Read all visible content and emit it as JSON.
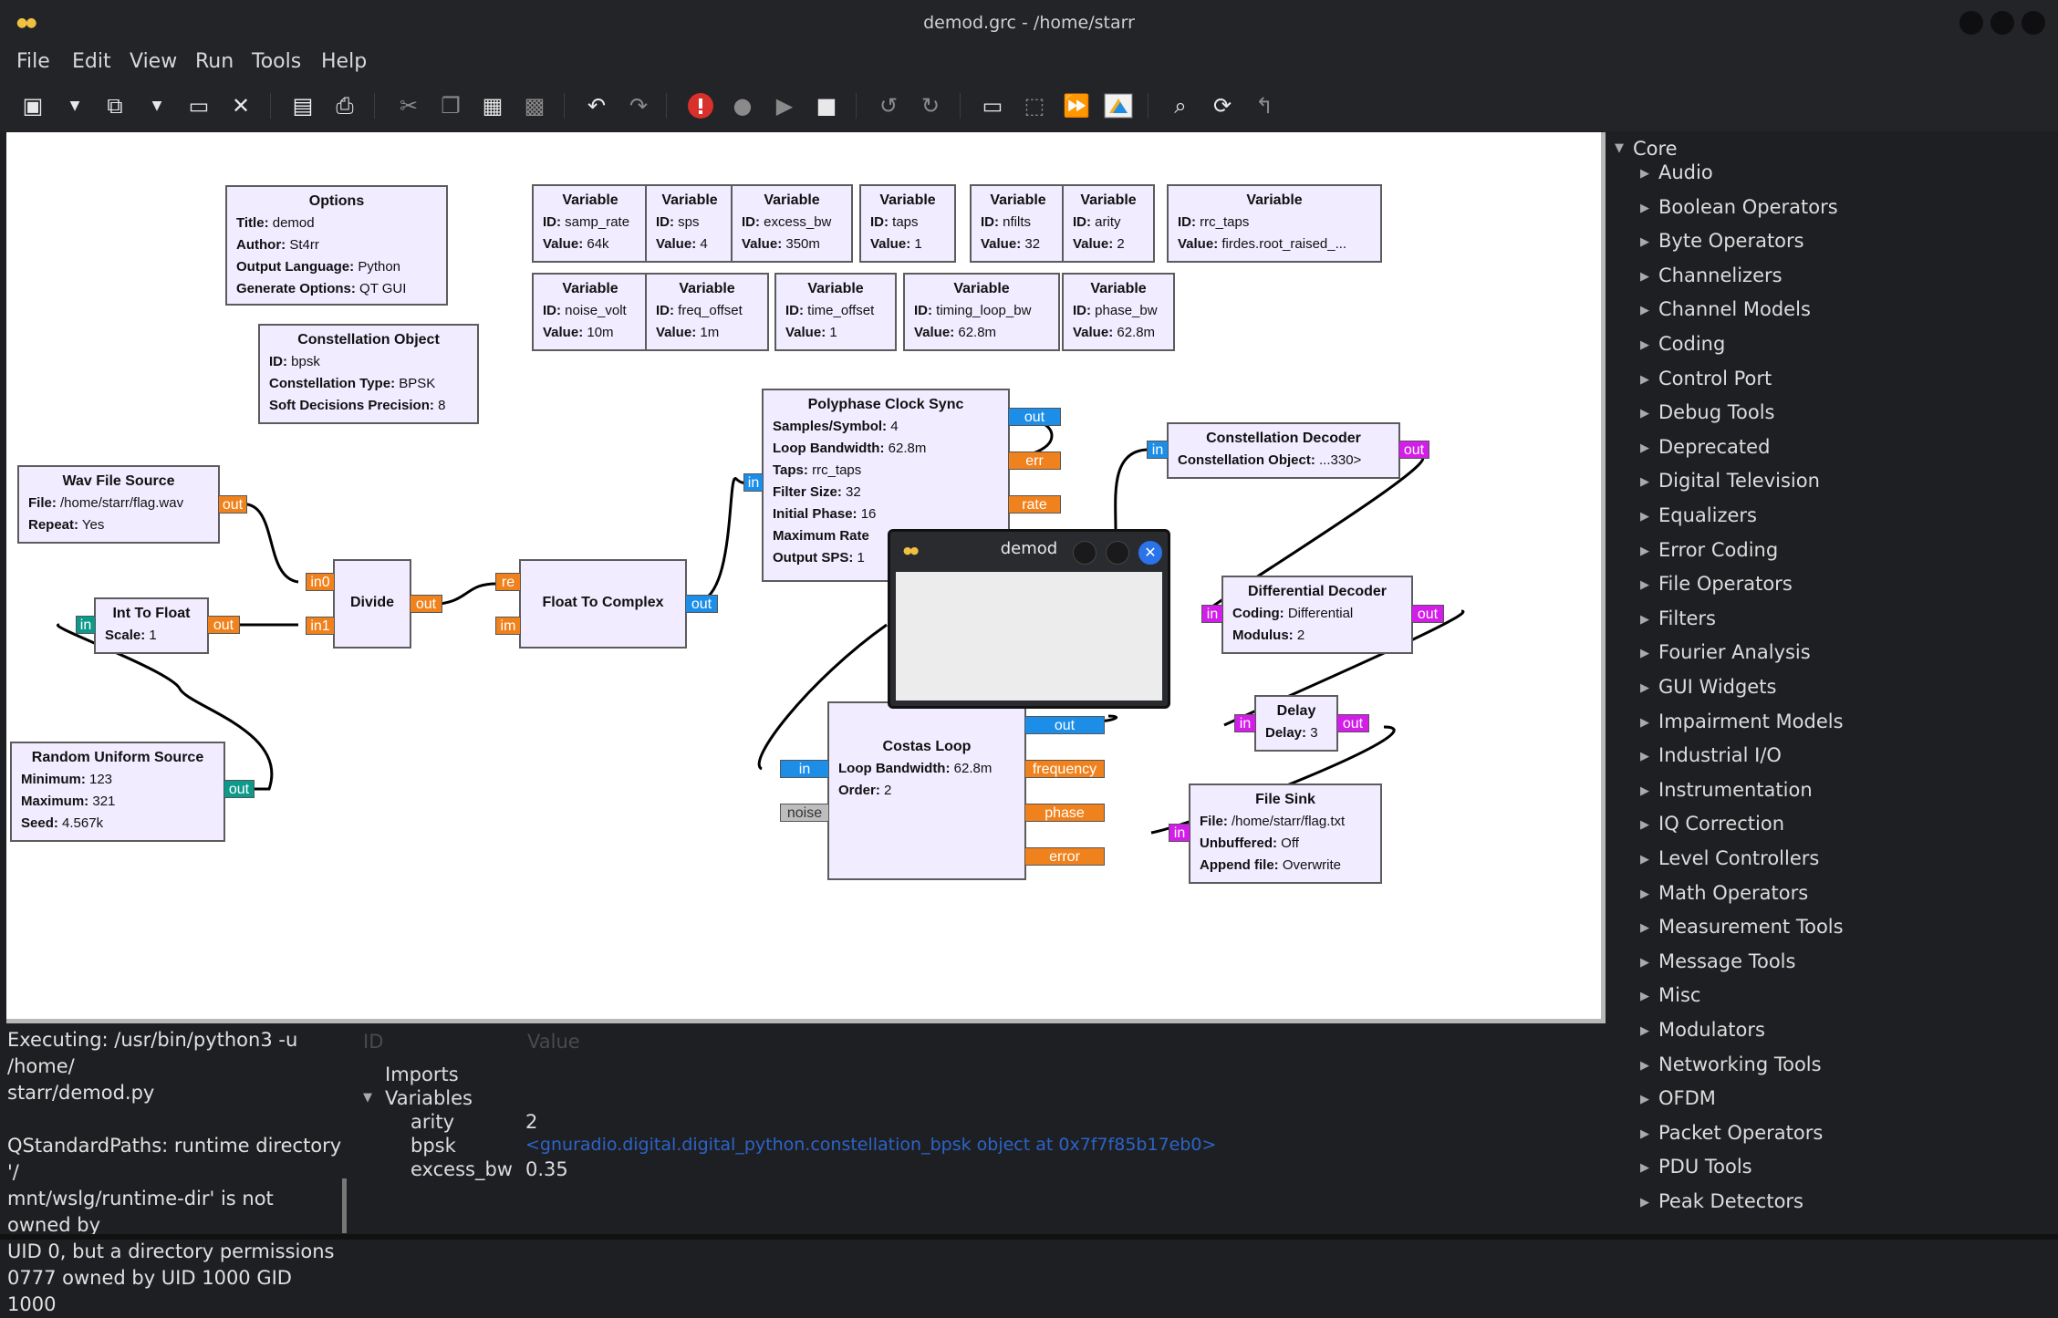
{
  "window": {
    "title": "demod.grc - /home/starr"
  },
  "menu": [
    "File",
    "Edit",
    "View",
    "Run",
    "Tools",
    "Help"
  ],
  "toolbar": [
    "new-icon",
    "new-dropdown-icon",
    "open-icon",
    "open-dropdown-icon",
    "save-icon",
    "close-icon",
    "screenshot-icon",
    "print-icon",
    "cut-icon",
    "copy-icon",
    "paste-icon",
    "delete-icon",
    "undo-icon",
    "redo-icon",
    "error-icon",
    "bulb-icon",
    "run-icon",
    "stop-icon",
    "rotate-ccw-icon",
    "rotate-cw-icon",
    "monitor-icon",
    "select-icon",
    "forward-icon",
    "pdf-icon",
    "find-icon",
    "reload-icon",
    "back-icon"
  ],
  "blocks": {
    "options": {
      "title": "Options",
      "title_label": "Title:",
      "title_val": "demod",
      "author_label": "Author:",
      "author_val": "St4rr",
      "lang_label": "Output Language:",
      "lang_val": "Python",
      "gen_label": "Generate Options:",
      "gen_val": "QT GUI"
    },
    "constellation_obj": {
      "title": "Constellation Object",
      "id_label": "ID:",
      "id_val": "bpsk",
      "type_label": "Constellation Type:",
      "type_val": "BPSK",
      "soft_label": "Soft Decisions Precision:",
      "soft_val": "8"
    },
    "variables": [
      {
        "title": "Variable",
        "id": "samp_rate",
        "value": "64k"
      },
      {
        "title": "Variable",
        "id": "sps",
        "value": "4"
      },
      {
        "title": "Variable",
        "id": "excess_bw",
        "value": "350m"
      },
      {
        "title": "Variable",
        "id": "taps",
        "value": "1"
      },
      {
        "title": "Variable",
        "id": "nfilts",
        "value": "32"
      },
      {
        "title": "Variable",
        "id": "arity",
        "value": "2"
      },
      {
        "title": "Variable",
        "id": "rrc_taps",
        "value": "firdes.root_raised_..."
      },
      {
        "title": "Variable",
        "id": "noise_volt",
        "value": "10m"
      },
      {
        "title": "Variable",
        "id": "freq_offset",
        "value": "1m"
      },
      {
        "title": "Variable",
        "id": "time_offset",
        "value": "1"
      },
      {
        "title": "Variable",
        "id": "timing_loop_bw",
        "value": "62.8m"
      },
      {
        "title": "Variable",
        "id": "phase_bw",
        "value": "62.8m"
      }
    ],
    "var_id_label": "ID:",
    "var_value_label": "Value:",
    "wav": {
      "title": "Wav File Source",
      "file_label": "File:",
      "file_val": "/home/starr/flag.wav",
      "repeat_label": "Repeat:",
      "repeat_val": "Yes"
    },
    "int_to_float": {
      "title": "Int To Float",
      "scale_label": "Scale:",
      "scale_val": "1"
    },
    "random": {
      "title": "Random Uniform Source",
      "min_label": "Minimum:",
      "min_val": "123",
      "max_label": "Maximum:",
      "max_val": "321",
      "seed_label": "Seed:",
      "seed_val": "4.567k"
    },
    "divide": {
      "title": "Divide"
    },
    "f2c": {
      "title": "Float To Complex"
    },
    "pcs": {
      "title": "Polyphase Clock Sync",
      "sps_label": "Samples/Symbol:",
      "sps_val": "4",
      "lbw_label": "Loop Bandwidth:",
      "lbw_val": "62.8m",
      "taps_label": "Taps:",
      "taps_val": "rrc_taps",
      "fs_label": "Filter Size:",
      "fs_val": "32",
      "ip_label": "Initial Phase:",
      "ip_val": "16",
      "mr_label": "Maximum Rate",
      "mr_val": "",
      "osps_label": "Output SPS:",
      "osps_val": "1"
    },
    "costas": {
      "title": "Costas Loop",
      "lbw_label": "Loop Bandwidth:",
      "lbw_val": "62.8m",
      "order_label": "Order:",
      "order_val": "2"
    },
    "cdec": {
      "title": "Constellation Decoder",
      "obj_label": "Constellation Object:",
      "obj_val": "...330>"
    },
    "ddec": {
      "title": "Differential Decoder",
      "coding_label": "Coding:",
      "coding_val": "Differential",
      "mod_label": "Modulus:",
      "mod_val": "2"
    },
    "delay": {
      "title": "Delay",
      "delay_label": "Delay:",
      "delay_val": "3"
    },
    "sink": {
      "title": "File Sink",
      "file_label": "File:",
      "file_val": "/home/starr/flag.txt",
      "unbuf_label": "Unbuffered:",
      "unbuf_val": "Off",
      "append_label": "Append file:",
      "append_val": "Overwrite"
    }
  },
  "ports": {
    "out": "out",
    "in": "in",
    "in0": "in0",
    "in1": "in1",
    "re": "re",
    "im": "im",
    "err": "err",
    "rate": "rate",
    "frequency": "frequency",
    "phase": "phase",
    "error": "error",
    "noise": "noise"
  },
  "popup": {
    "title": "demod"
  },
  "console": [
    "Executing: /usr/bin/python3 -u /home/",
    "starr/demod.py",
    "",
    "QStandardPaths: runtime directory '/",
    "mnt/wslg/runtime-dir' is not owned by",
    "UID 0, but a directory permissions",
    "0777 owned by UID 1000 GID 1000"
  ],
  "vars_panel": {
    "col_id": "ID",
    "col_value": "Value",
    "imports": "Imports",
    "variables": "Variables",
    "rows": [
      {
        "id": "arity",
        "value": "2"
      },
      {
        "id": "bpsk",
        "value": "<gnuradio.digital.digital_python.constellation_bpsk object at 0x7f7f85b17eb0>"
      },
      {
        "id": "excess_bw",
        "value": "0.35"
      }
    ]
  },
  "sidebar": {
    "root": "Core",
    "items": [
      "Audio",
      "Boolean Operators",
      "Byte Operators",
      "Channelizers",
      "Channel Models",
      "Coding",
      "Control Port",
      "Debug Tools",
      "Deprecated",
      "Digital Television",
      "Equalizers",
      "Error Coding",
      "File Operators",
      "Filters",
      "Fourier Analysis",
      "GUI Widgets",
      "Impairment Models",
      "Industrial I/O",
      "Instrumentation",
      "IQ Correction",
      "Level Controllers",
      "Math Operators",
      "Measurement Tools",
      "Message Tools",
      "Misc",
      "Modulators",
      "Networking Tools",
      "OFDM",
      "Packet Operators",
      "PDU Tools",
      "Peak Detectors"
    ]
  }
}
